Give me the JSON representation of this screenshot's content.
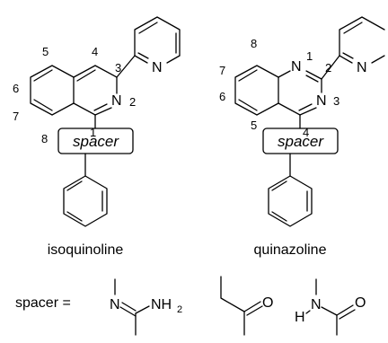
{
  "compounds": [
    {
      "name": "isoquinoline",
      "atoms": {
        "ring_n": "N",
        "pyridine_n": "N"
      },
      "positions": [
        "1",
        "2",
        "3",
        "4",
        "5",
        "6",
        "7",
        "8"
      ],
      "spacer_label": "spacer"
    },
    {
      "name": "quinazoline",
      "atoms": {
        "n1": "N",
        "n3": "N",
        "pyridine_n": "N"
      },
      "positions": [
        "1",
        "2",
        "3",
        "4",
        "5",
        "6",
        "7",
        "8"
      ],
      "spacer_label": "spacer"
    }
  ],
  "definition": {
    "lhs": "spacer =",
    "amidine": {
      "n": "N",
      "nh": "NH",
      "sub": "2"
    },
    "amide": {
      "h": "H",
      "n": "N",
      "o": "O"
    },
    "ketone": {
      "o": "O"
    }
  }
}
